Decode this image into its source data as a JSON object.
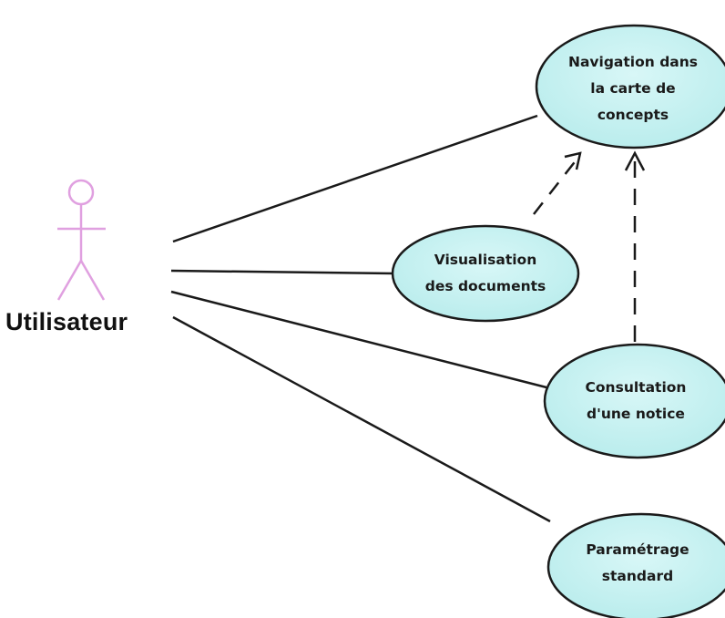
{
  "actor": {
    "name": "Utilisateur",
    "icon": "stick-figure-actor-icon",
    "color": "#e0a0e0"
  },
  "use_cases": [
    {
      "id": "navigation",
      "label": "Navigation dans\nla carte de\nconcepts"
    },
    {
      "id": "visualisation",
      "label": "Visualisation\ndes documents"
    },
    {
      "id": "consultation",
      "label": "Consultation\nd'une notice"
    },
    {
      "id": "parametrage",
      "label": "Paramétrage\nstandard"
    }
  ],
  "relations": {
    "associations": [
      "navigation",
      "visualisation",
      "consultation",
      "parametrage"
    ],
    "dependencies": [
      {
        "from": "visualisation",
        "to": "navigation"
      },
      {
        "from": "consultation",
        "to": "navigation"
      }
    ]
  },
  "colors": {
    "use_case_fill": "#c8f2f2",
    "outline": "#1a1a1a"
  }
}
